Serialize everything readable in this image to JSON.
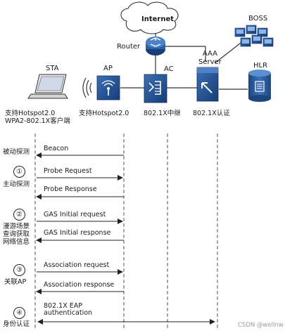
{
  "network": {
    "internet": "Internet",
    "router": "Router",
    "boss": "BOSS",
    "aaa_server": "AAA\nServer",
    "hlr": "HLR",
    "ac": "AC",
    "ap": "AP",
    "sta": "STA"
  },
  "roles": {
    "sta": "支持Hotspot2.0\nWPA2-802.1X客户端",
    "ap": "支持Hotspot2.0",
    "ac": "802.1X中继",
    "aaa": "802.1X认证"
  },
  "steps": [
    {
      "num": "",
      "label": "被动探测"
    },
    {
      "num": "①",
      "label": "主动探测"
    },
    {
      "num": "②",
      "label": "漫游场景\n查询获取\n网络信息"
    },
    {
      "num": "③",
      "label": "关联AP"
    },
    {
      "num": "④",
      "label": "身份认证"
    }
  ],
  "messages": [
    {
      "text": "Beacon",
      "direction": "left"
    },
    {
      "text": "Probe Request",
      "direction": "right"
    },
    {
      "text": "Probe Response",
      "direction": "left"
    },
    {
      "text": "GAS Initial request",
      "direction": "right"
    },
    {
      "text": "GAS Initial response",
      "direction": "left"
    },
    {
      "text": "Association request",
      "direction": "right"
    },
    {
      "text": "Association response",
      "direction": "left"
    },
    {
      "text": "802.1X EAP\nauthentication",
      "direction": "both"
    }
  ],
  "watermark": "CSDN @wellnw",
  "colors": {
    "device_blue": "#1f4e8c",
    "line": "#333333",
    "dashed": "#555555"
  }
}
